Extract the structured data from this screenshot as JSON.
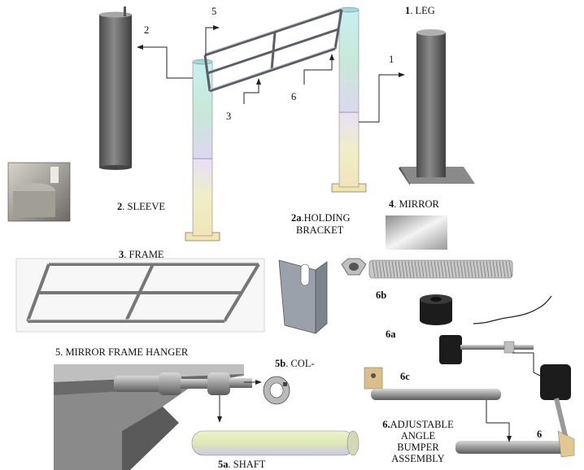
{
  "labels": {
    "leg": {
      "num": "1",
      "text": ". LEG"
    },
    "sleeve": {
      "num": "2",
      "text": ". SLEEVE"
    },
    "holding_bracket": {
      "num": "2a",
      "line1": ".HOLDING",
      "line2": "BRACKET"
    },
    "frame": {
      "num": "3",
      "text": ". FRAME"
    },
    "mirror": {
      "num": "4",
      "text": ". MIRROR"
    },
    "hanger": {
      "text": "5. MIRROR FRAME HANGER"
    },
    "collar": {
      "num": "5b",
      "text": ". COL-"
    },
    "shaft": {
      "num": "5a",
      "text": ". SHAFT"
    },
    "bumper": {
      "num": "6.",
      "line1": "ADJUSTABLE",
      "line2": "ANGLE",
      "line3": "BUMPER",
      "line4": "ASSEMBLY"
    }
  },
  "callouts": {
    "c1": "1",
    "c2": "2",
    "c3": "3",
    "c5": "5",
    "c6": "6",
    "c6a": "6a",
    "c6b": "6b",
    "c6c": "6c",
    "c6_right": "6"
  },
  "colors": {
    "gray_cylinder": "#6f6f6f",
    "sleeve_top": "#b8e8f0",
    "leg_bottom": "#e8e6b8",
    "base_plate": "#f2e6b0",
    "frame_metal": "#8a8f94"
  }
}
